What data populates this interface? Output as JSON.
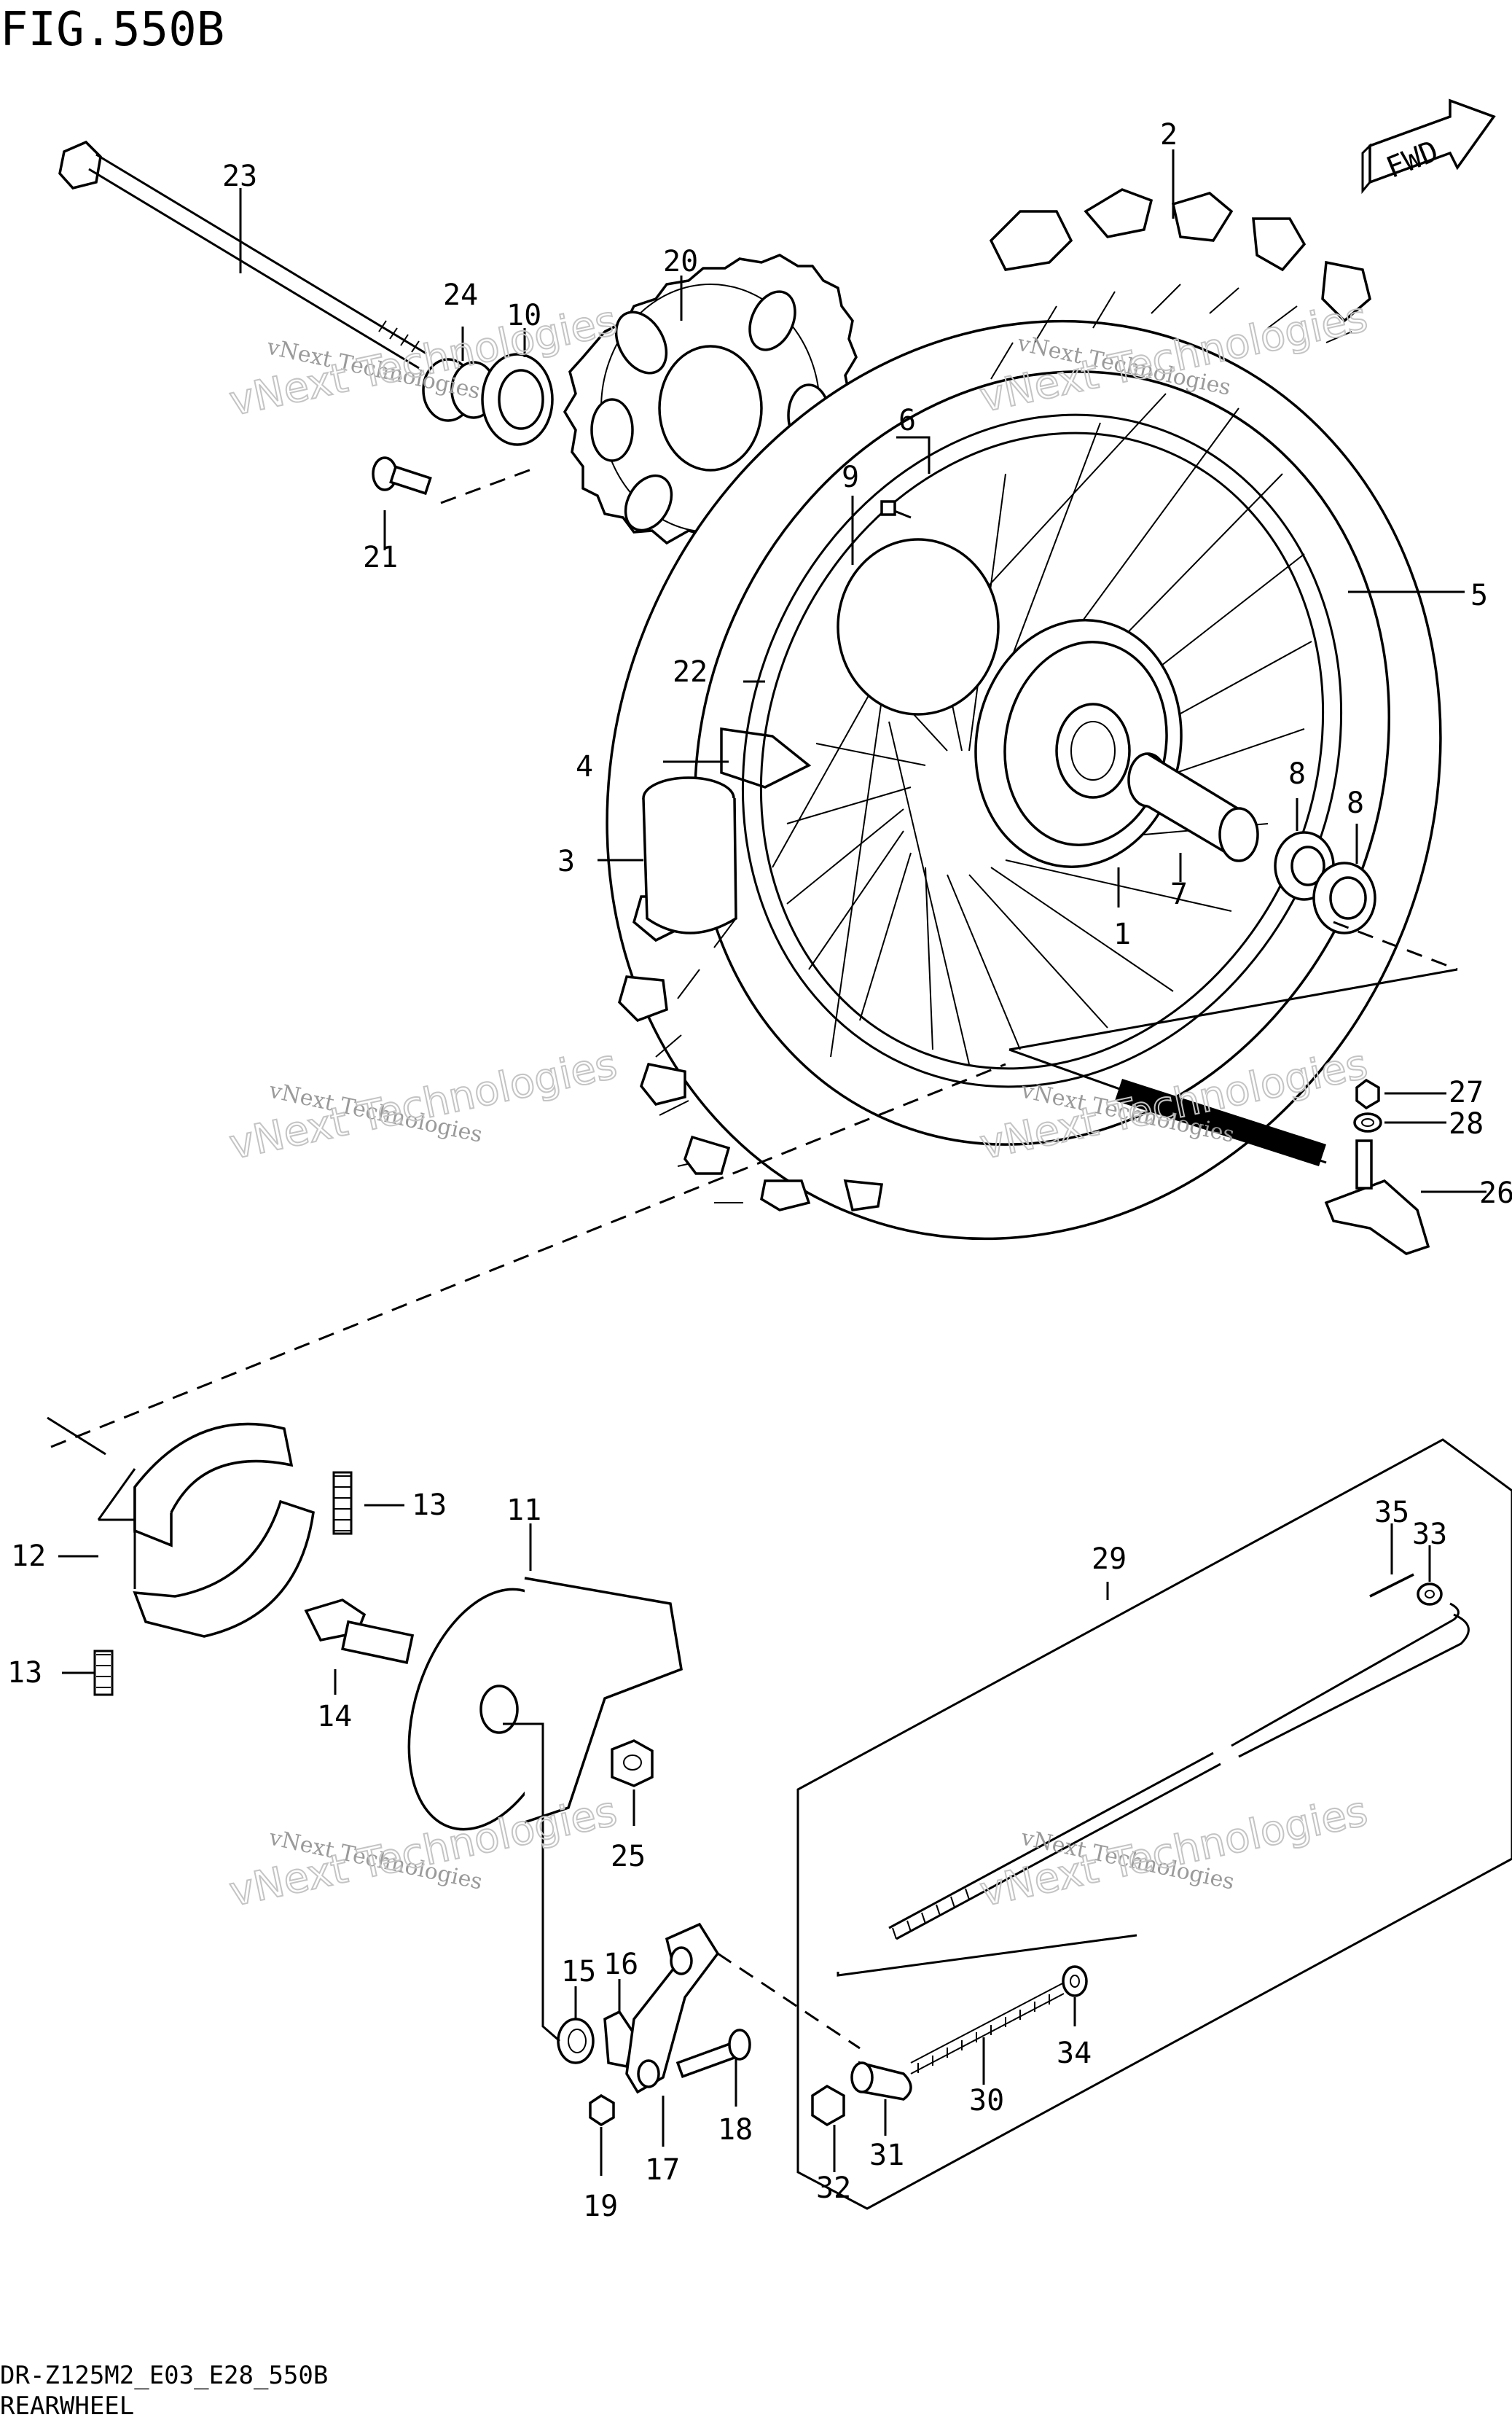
{
  "title": "FIG.550B",
  "footer_code": "DR-Z125M2_E03_E28_550B",
  "footer_name": "REARWHEEL",
  "fwd_label": "FWD",
  "watermark_small": "vNext Technologies",
  "watermark_large": "vNext Technologies",
  "parts": [
    {
      "num": "1"
    },
    {
      "num": "2"
    },
    {
      "num": "3"
    },
    {
      "num": "4"
    },
    {
      "num": "5"
    },
    {
      "num": "6"
    },
    {
      "num": "7"
    },
    {
      "num": "8"
    },
    {
      "num": "8"
    },
    {
      "num": "9"
    },
    {
      "num": "10"
    },
    {
      "num": "11"
    },
    {
      "num": "12"
    },
    {
      "num": "13"
    },
    {
      "num": "13"
    },
    {
      "num": "14"
    },
    {
      "num": "15"
    },
    {
      "num": "16"
    },
    {
      "num": "17"
    },
    {
      "num": "18"
    },
    {
      "num": "19"
    },
    {
      "num": "20"
    },
    {
      "num": "21"
    },
    {
      "num": "22"
    },
    {
      "num": "23"
    },
    {
      "num": "24"
    },
    {
      "num": "25"
    },
    {
      "num": "26"
    },
    {
      "num": "27"
    },
    {
      "num": "28"
    },
    {
      "num": "29"
    },
    {
      "num": "30"
    },
    {
      "num": "31"
    },
    {
      "num": "32"
    },
    {
      "num": "33"
    },
    {
      "num": "34"
    },
    {
      "num": "35"
    }
  ]
}
